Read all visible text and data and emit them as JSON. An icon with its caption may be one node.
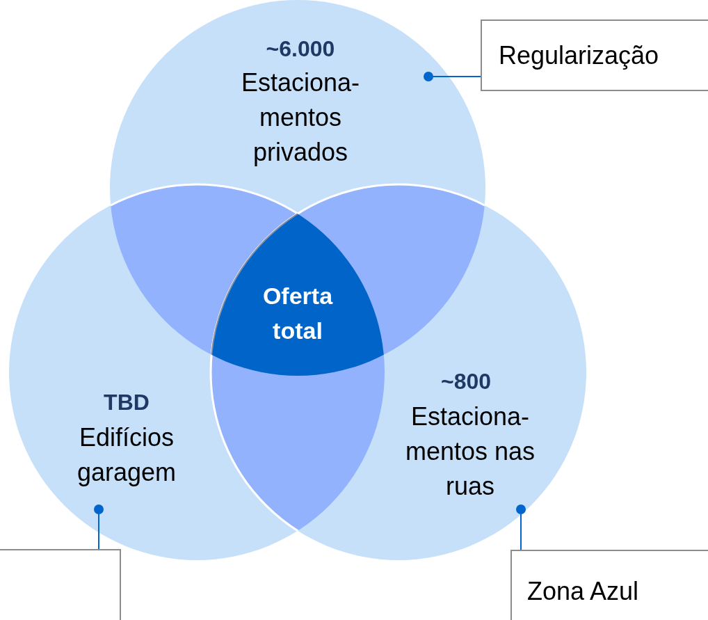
{
  "diagram": {
    "nodes": [
      {
        "text": [
          "~6.000",
          "Estaciona- mentos privados"
        ]
      },
      {
        "text": [
          "TBD",
          "Edifícios garagem"
        ]
      },
      {
        "text": [
          "~800",
          "Estaciona- mentos nas ruas"
        ]
      },
      {
        "text": [
          "Oferta total"
        ]
      },
      {
        "text": [
          "Regularização"
        ]
      },
      {
        "text": [],
        "shape": "box"
      },
      {
        "text": [
          "Zona Azul"
        ]
      }
    ],
    "edges": [
      {
        "from": 4,
        "to": 0,
        "arrow": "other"
      },
      {
        "from": 5,
        "to": 1,
        "arrow": "other"
      },
      {
        "from": 6,
        "to": 2,
        "arrow": "other"
      }
    ]
  }
}
